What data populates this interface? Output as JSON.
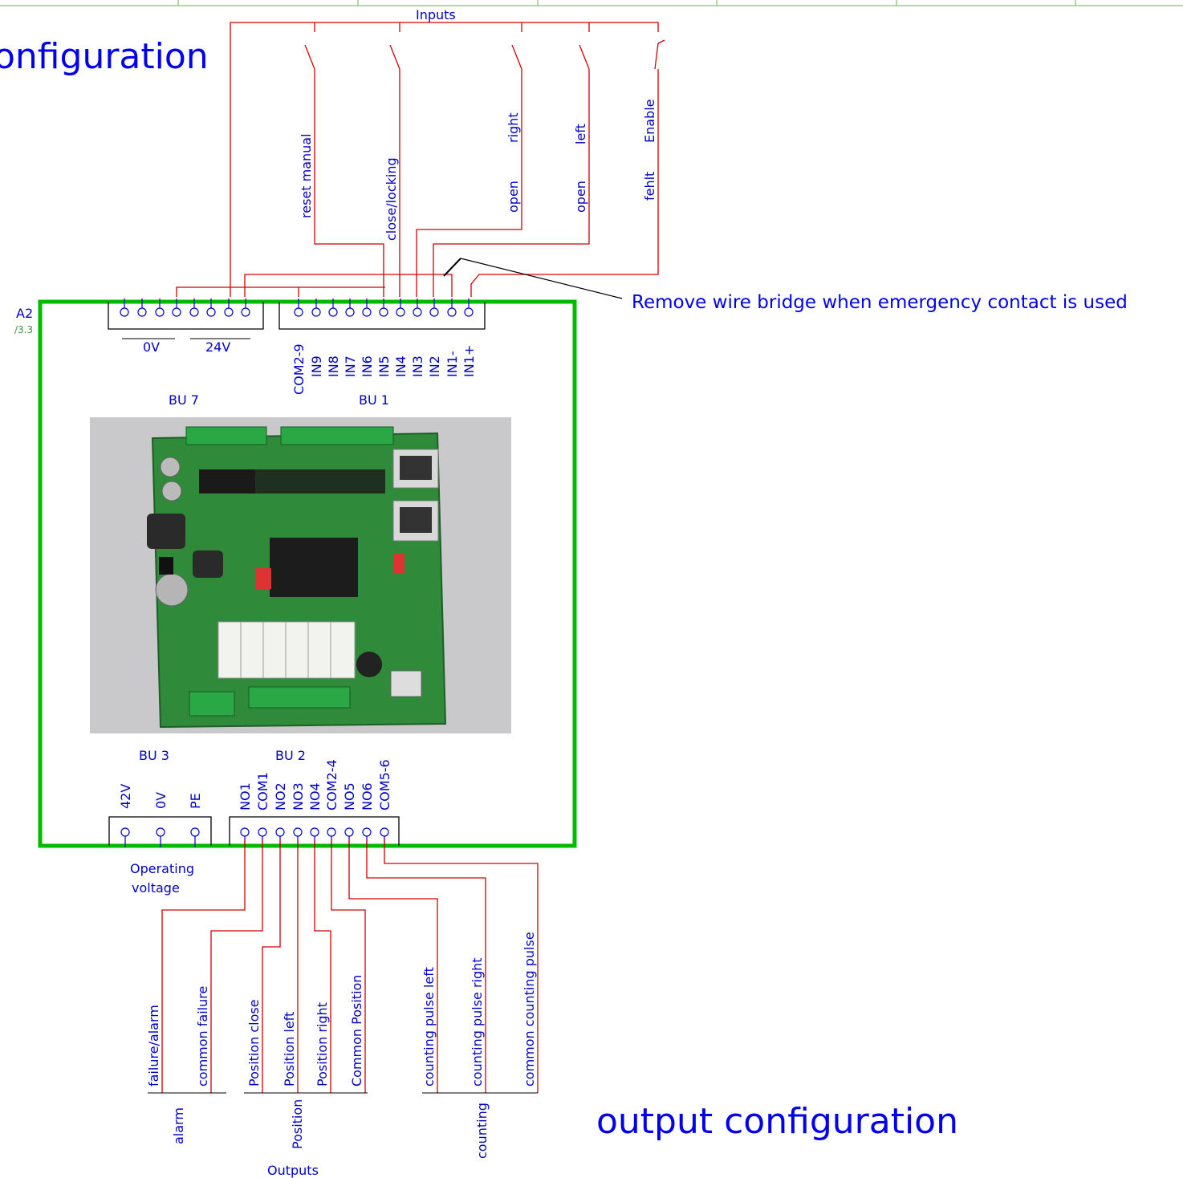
{
  "titles": {
    "input_config": "onfiguration",
    "output_config": "output configuration",
    "inputs": "Inputs",
    "outputs": "Outputs"
  },
  "device": {
    "id": "A2",
    "ref": "/3.3"
  },
  "note": "Remove wire bridge when emergency contact is used",
  "connectors": {
    "bu7": "BU 7",
    "bu1": "BU 1",
    "bu3": "BU 3",
    "bu2": "BU 2",
    "bu7_0v": "0V",
    "bu7_24v": "24V",
    "operating_voltage_l1": "Operating",
    "operating_voltage_l2": "voltage"
  },
  "bu1_pins": [
    "COM2-9",
    "IN9",
    "IN8",
    "IN7",
    "IN6",
    "IN5",
    "IN4",
    "IN3",
    "IN2",
    "IN1-",
    "IN1+"
  ],
  "bu3_pins": [
    "42V",
    "0V",
    "PE"
  ],
  "bu2_pins": [
    "NO1",
    "COM1",
    "NO2",
    "NO3",
    "NO4",
    "COM2-4",
    "NO5",
    "NO6",
    "COM5-6"
  ],
  "input_labels": {
    "reset_manual": "reset manual",
    "close_locking": "close/locking",
    "right": "right",
    "open1": "open",
    "left": "left",
    "open2": "open",
    "enable": "Enable",
    "fehlt": "fehlt"
  },
  "output_labels": [
    "failure/alarm",
    "common failure",
    "Position close",
    "Position left",
    "Position right",
    "Common Position",
    "counting pulse left",
    "counting pulse right",
    "common counting pulse"
  ],
  "output_groups": {
    "alarm": "alarm",
    "position": "Position",
    "counting": "counting"
  },
  "colors": {
    "frame": "#00bb00",
    "wire": "#d40000",
    "text": "#0000cc",
    "pcb": "#2f8a3a"
  }
}
